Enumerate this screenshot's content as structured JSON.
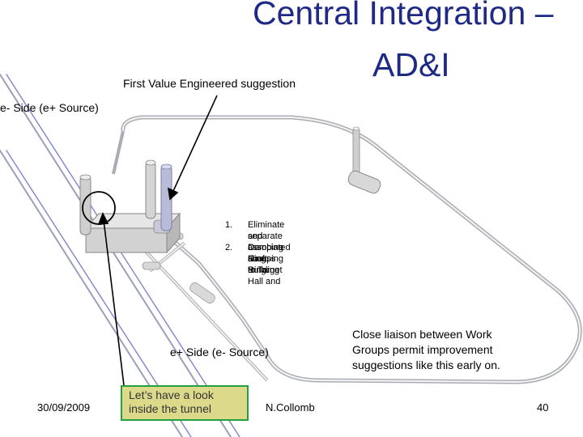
{
  "title": {
    "line1": "Central Integration –",
    "line2": "AD&I"
  },
  "subtitle": "First Value Engineered suggestion",
  "labels": {
    "e_minus_side": "e- Side (e+ Source)",
    "e_plus_side": "e+ Side (e- Source)"
  },
  "list": [
    {
      "num": "1.",
      "lines": [
        "Eliminate separate Damping Ring Building",
        "and associated shaft."
      ]
    },
    {
      "num": "2.",
      "lines": [
        "Combine access to Target Hall and",
        "Damping Ring."
      ]
    }
  ],
  "liaison_note": [
    "Close liaison between Work",
    "Groups permit improvement",
    "suggestions like this early on."
  ],
  "callout": [
    "Let’s have a look",
    "inside the tunnel"
  ],
  "footer": {
    "date": "30/09/2009",
    "author": "N.Collomb",
    "page": "40"
  },
  "colors": {
    "title": "#1f2a86",
    "callout_fill": "#dcd98a",
    "callout_border": "#23a040"
  }
}
